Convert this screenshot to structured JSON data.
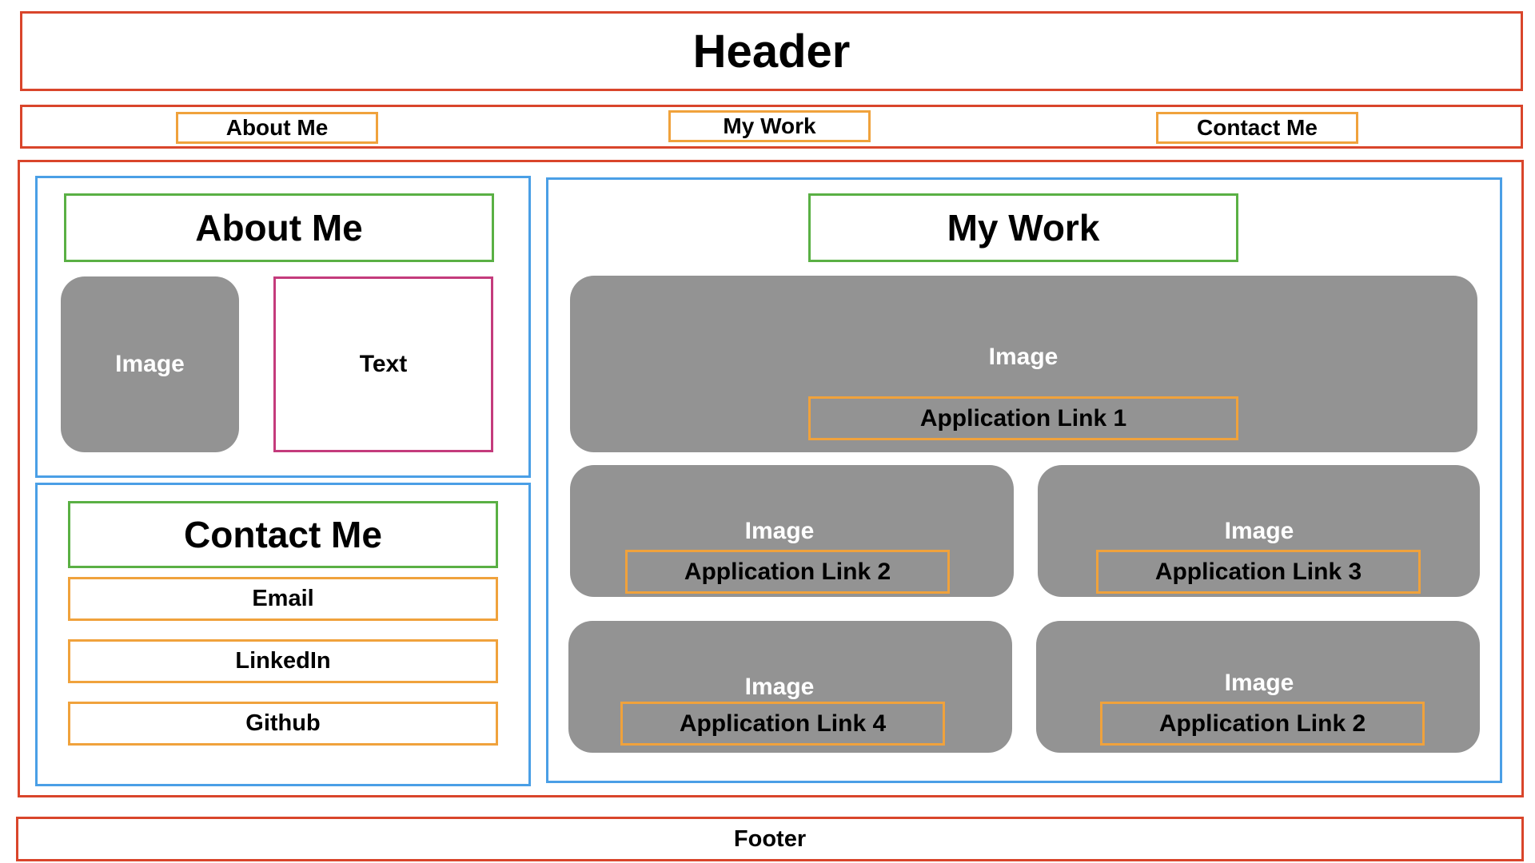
{
  "header": {
    "title": "Header"
  },
  "nav": {
    "items": [
      "About Me",
      "My Work",
      "Contact Me"
    ]
  },
  "about": {
    "title": "About Me",
    "image_label": "Image",
    "text_label": "Text"
  },
  "contact": {
    "title": "Contact Me",
    "links": [
      "Email",
      "LinkedIn",
      "Github"
    ]
  },
  "work": {
    "title": "My Work",
    "projects": [
      {
        "image_label": "Image",
        "link": "Application Link 1"
      },
      {
        "image_label": "Image",
        "link": "Application Link 2"
      },
      {
        "image_label": "Image",
        "link": "Application Link 3"
      },
      {
        "image_label": "Image",
        "link": "Application Link 4"
      },
      {
        "image_label": "Image",
        "link": "Application Link 2"
      }
    ]
  },
  "footer": {
    "label": "Footer"
  },
  "colors": {
    "section_border": "#d9452b",
    "link_border": "#f0a23c",
    "panel_border": "#4a9fe6",
    "title_border": "#5ab044",
    "text_border": "#c43b7c",
    "image_fill": "#939393"
  }
}
